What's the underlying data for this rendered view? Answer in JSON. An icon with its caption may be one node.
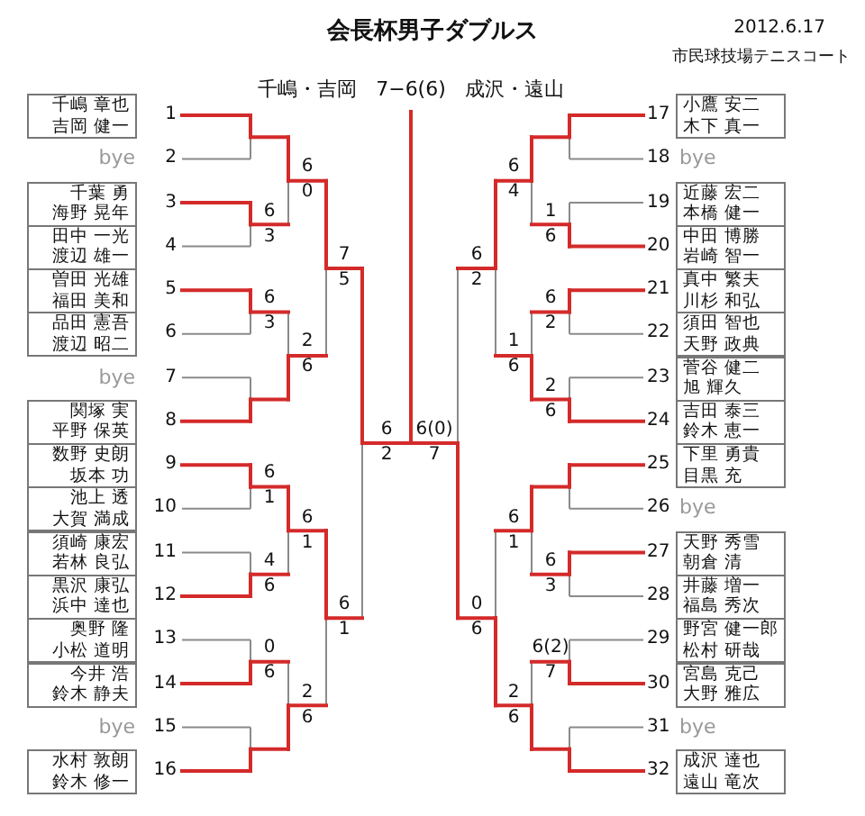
{
  "diagram": {
    "title": "会長杯男子ダブルス",
    "nodes": [
      {
        "text": [
          "千嶋 章也",
          "吉岡 健一"
        ],
        "beside": [
          "1"
        ]
      },
      {
        "text": [
          "bye"
        ],
        "beside": [
          "2"
        ]
      },
      {
        "text": [
          "千葉 勇",
          "海野 晃年"
        ],
        "beside": [
          "3"
        ]
      },
      {
        "text": [
          "田中 一光",
          "渡辺 雄一"
        ],
        "beside": [
          "4"
        ]
      },
      {
        "text": [
          "曽田 光雄",
          "福田 美和"
        ],
        "beside": [
          "5"
        ]
      },
      {
        "text": [
          "品田 憲吾",
          "渡辺 昭二"
        ],
        "beside": [
          "6"
        ]
      },
      {
        "text": [
          "bye"
        ],
        "beside": [
          "7"
        ]
      },
      {
        "text": [
          "関塚 実",
          "平野 保英"
        ],
        "beside": [
          "8"
        ]
      },
      {
        "text": [
          "数野 史朗",
          "坂本 功"
        ],
        "beside": [
          "9"
        ]
      },
      {
        "text": [
          "池上 透",
          "大賀 満成"
        ],
        "beside": [
          "10"
        ]
      },
      {
        "text": [
          "須崎 康宏",
          "若林 良弘"
        ],
        "beside": [
          "11"
        ]
      },
      {
        "text": [
          "黒沢 康弘",
          "浜中 達也"
        ],
        "beside": [
          "12"
        ]
      },
      {
        "text": [
          "奥野 隆",
          "小松 道明"
        ],
        "beside": [
          "13"
        ]
      },
      {
        "text": [
          "今井 浩",
          "鈴木 静夫"
        ],
        "beside": [
          "14"
        ]
      },
      {
        "text": [
          "bye"
        ],
        "beside": [
          "15"
        ]
      },
      {
        "text": [
          "水村 敦朗",
          "鈴木 修一"
        ],
        "beside": [
          "16"
        ]
      },
      {
        "text": [
          "小鷹 安二",
          "木下 真一"
        ],
        "beside": [
          "17"
        ]
      },
      {
        "text": [
          "bye"
        ],
        "beside": [
          "18"
        ]
      },
      {
        "text": [
          "近藤 宏二",
          "本橋 健一"
        ],
        "beside": [
          "19"
        ]
      },
      {
        "text": [
          "中田 博勝",
          "岩崎 智一"
        ],
        "beside": [
          "20"
        ]
      },
      {
        "text": [
          "真中 繁夫",
          "川杉 和弘"
        ],
        "beside": [
          "21"
        ]
      },
      {
        "text": [
          "須田 智也",
          "天野 政典"
        ],
        "beside": [
          "22"
        ]
      },
      {
        "text": [
          "菅谷 健二",
          "旭 輝久"
        ],
        "beside": [
          "23"
        ]
      },
      {
        "text": [
          "吉田 泰三",
          "鈴木 恵一"
        ],
        "beside": [
          "24"
        ]
      },
      {
        "text": [
          "下里 勇貴",
          "目黒 充"
        ],
        "beside": [
          "25"
        ]
      },
      {
        "text": [
          "bye"
        ],
        "beside": [
          "26"
        ]
      },
      {
        "text": [
          "天野 秀雪",
          "朝倉 清"
        ],
        "beside": [
          "27"
        ]
      },
      {
        "text": [
          "井藤 増一",
          "福島 秀次"
        ],
        "beside": [
          "28"
        ]
      },
      {
        "text": [
          "野宮 健一郎",
          "松村 研哉"
        ],
        "beside": [
          "29"
        ]
      },
      {
        "text": [
          "宮島 克己",
          "大野 雅広"
        ],
        "beside": [
          "30"
        ]
      },
      {
        "text": [
          "bye"
        ],
        "beside": [
          "31"
        ]
      },
      {
        "text": [
          "成沢 達也",
          "遠山 竜次"
        ],
        "beside": [
          "32"
        ]
      }
    ],
    "labels": [
      "2012.6.17",
      "市民球技場テニスコート",
      "千嶋・吉岡 7−6(6) 成沢・遠山",
      "6",
      "3",
      "6",
      "3",
      "6",
      "1",
      "4",
      "6",
      "0",
      "6",
      "6",
      "0",
      "2",
      "6",
      "6",
      "1",
      "2",
      "6",
      "7",
      "5",
      "6",
      "1",
      "6",
      "2",
      "6(0)",
      "7",
      "6",
      "2",
      "0",
      "6",
      "6",
      "4",
      "1",
      "6",
      "6",
      "1",
      "2",
      "6",
      "1",
      "6",
      "6",
      "2",
      "2",
      "6",
      "6",
      "3",
      "6(2)",
      "7"
    ]
  }
}
